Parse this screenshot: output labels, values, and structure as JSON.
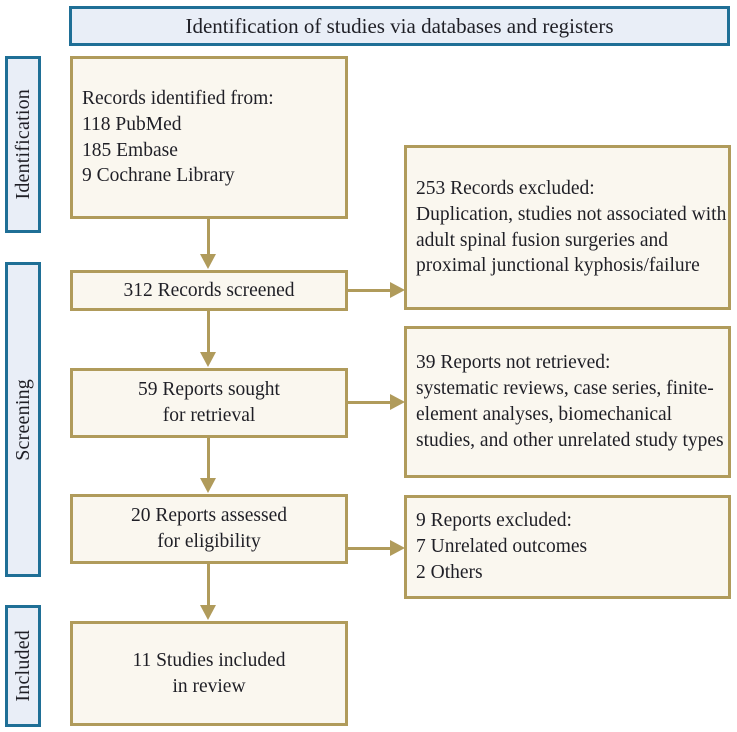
{
  "header": {
    "title": "Identification of studies via databases and registers"
  },
  "phases": [
    {
      "label": "Identification"
    },
    {
      "label": "Screening"
    },
    {
      "label": "Included"
    }
  ],
  "nodes": {
    "identified": {
      "lines": [
        "Records identified from:",
        "118 PubMed",
        "185 Embase",
        "9 Cochrane Library"
      ]
    },
    "records_excluded": {
      "lines": [
        "253 Records excluded:",
        "Duplication, studies not associated with adult spinal fusion surgeries and proximal junctional kyphosis/failure"
      ]
    },
    "screened": {
      "lines": [
        "312 Records screened"
      ]
    },
    "not_retrieved": {
      "lines": [
        "39 Reports not retrieved:",
        "systematic reviews, case series, finite-element analyses, biomechanical studies, and other unrelated study types"
      ]
    },
    "sought": {
      "lines": [
        "59 Reports sought",
        "for retrieval"
      ]
    },
    "reports_excluded": {
      "lines": [
        "9 Reports excluded:",
        "7 Unrelated outcomes",
        "2 Others"
      ]
    },
    "assessed": {
      "lines": [
        "20 Reports assessed",
        "for eligibility"
      ]
    },
    "included": {
      "lines": [
        "11 Studies included",
        "in review"
      ]
    }
  },
  "colors": {
    "phase_border": "#1f6f96",
    "phase_fill": "#e9eef7",
    "node_border": "#b09b5b",
    "node_fill": "#faf7ef",
    "arrow": "#b09b5b",
    "text": "#1f1f26"
  }
}
